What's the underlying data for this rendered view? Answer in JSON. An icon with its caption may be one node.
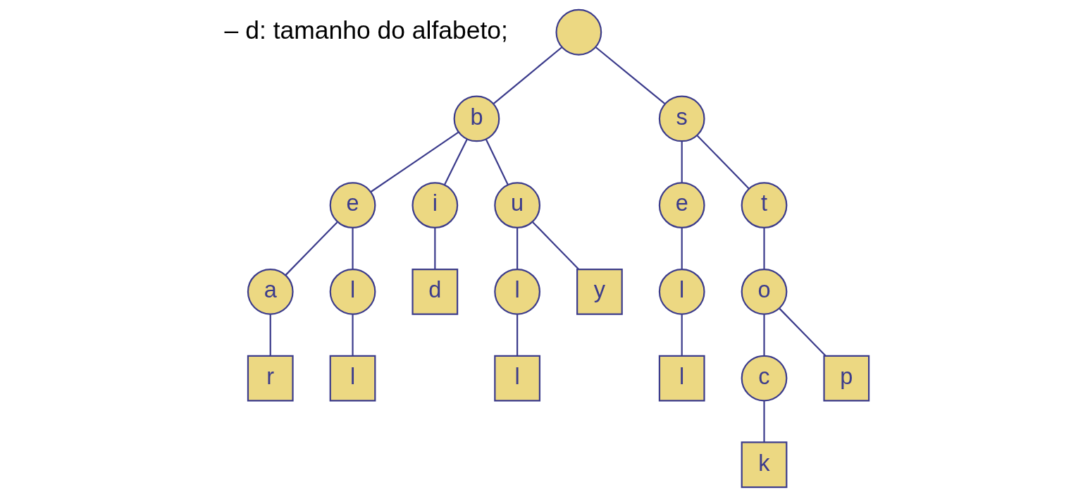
{
  "diagram": {
    "nodes": [
      {
        "text": [],
        "shape": "circle"
      },
      {
        "text": [
          "b"
        ]
      },
      {
        "text": [
          "s"
        ]
      },
      {
        "text": [
          "e"
        ]
      },
      {
        "text": [
          "i"
        ]
      },
      {
        "text": [
          "u"
        ]
      },
      {
        "text": [
          "e"
        ]
      },
      {
        "text": [
          "t"
        ]
      },
      {
        "text": [
          "a"
        ]
      },
      {
        "text": [
          "l"
        ]
      },
      {
        "text": [
          "d"
        ]
      },
      {
        "text": [
          "l"
        ]
      },
      {
        "text": [
          "y"
        ]
      },
      {
        "text": [
          "l"
        ]
      },
      {
        "text": [
          "o"
        ]
      },
      {
        "text": [
          "r"
        ]
      },
      {
        "text": [
          "l"
        ]
      },
      {
        "text": [
          "l"
        ]
      },
      {
        "text": [
          "l"
        ]
      },
      {
        "text": [
          "c"
        ]
      },
      {
        "text": [
          "p"
        ]
      },
      {
        "text": [
          "k"
        ]
      }
    ],
    "edges": [
      {
        "from": 0,
        "to": 1,
        "arrow": "none"
      },
      {
        "from": 0,
        "to": 2,
        "arrow": "none"
      },
      {
        "from": 1,
        "to": 3,
        "arrow": "none"
      },
      {
        "from": 1,
        "to": 4,
        "arrow": "none"
      },
      {
        "from": 1,
        "to": 5,
        "arrow": "none"
      },
      {
        "from": 2,
        "to": 6,
        "arrow": "none"
      },
      {
        "from": 2,
        "to": 7,
        "arrow": "none"
      },
      {
        "from": 3,
        "to": 8,
        "arrow": "none"
      },
      {
        "from": 3,
        "to": 9,
        "arrow": "none"
      },
      {
        "from": 4,
        "to": 10,
        "arrow": "none"
      },
      {
        "from": 5,
        "to": 11,
        "arrow": "none"
      },
      {
        "from": 5,
        "to": 12,
        "arrow": "none"
      },
      {
        "from": 6,
        "to": 13,
        "arrow": "none"
      },
      {
        "from": 7,
        "to": 14,
        "arrow": "none"
      },
      {
        "from": 8,
        "to": 15,
        "arrow": "none"
      },
      {
        "from": 9,
        "to": 16,
        "arrow": "none"
      },
      {
        "from": 11,
        "to": 17,
        "arrow": "none"
      },
      {
        "from": 13,
        "to": 18,
        "arrow": "none"
      },
      {
        "from": 14,
        "to": 19,
        "arrow": "none"
      },
      {
        "from": 14,
        "to": 20,
        "arrow": "none"
      },
      {
        "from": 19,
        "to": 21,
        "arrow": "none"
      }
    ],
    "labels": [
      "– d: tamanho do alfabeto;"
    ]
  }
}
